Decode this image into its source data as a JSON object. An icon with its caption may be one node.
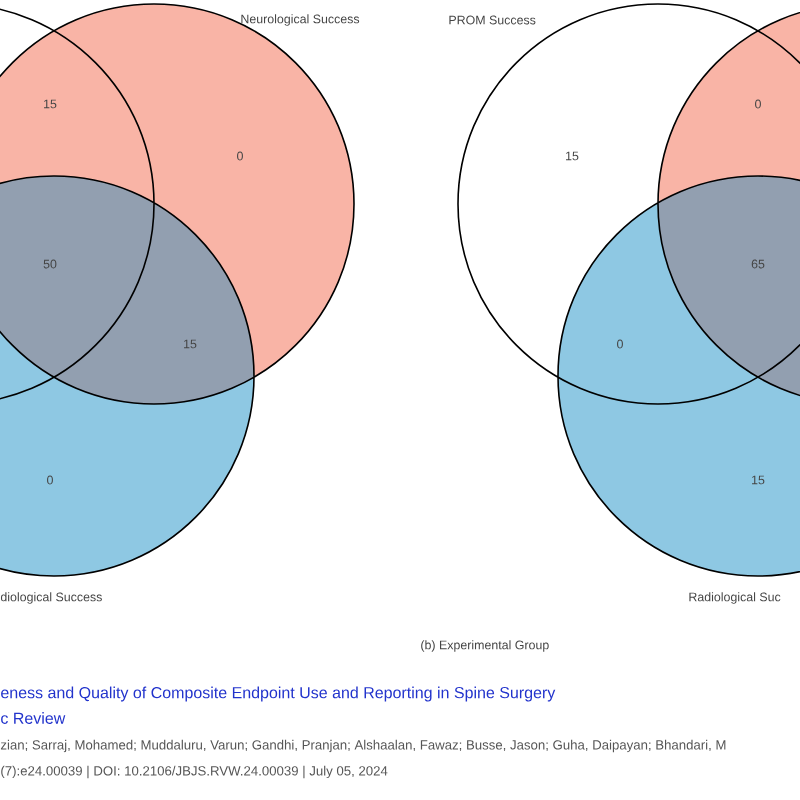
{
  "diagram": {
    "labels": [
      "Neurological Success",
      "15",
      "0",
      "50",
      "15",
      "0",
      "diological Success",
      "PROM Success",
      "15",
      "0",
      "65",
      "0",
      "15",
      "Radiological Suc",
      "(b) Experimental Group",
      "eness and Quality of Composite Endpoint Use and Reporting in Spine Surgery",
      "c Review",
      "zian; Sarraj, Mohamed; Muddaluru, Varun; Gandhi, Pranjan; Alshaalan, Fawaz; Busse, Jason; Guha, Daipayan; Bhandari, M",
      "(7):e24.00039 | DOI: 10.2106/JBJS.RVW.24.00039 | July 05, 2024"
    ]
  }
}
